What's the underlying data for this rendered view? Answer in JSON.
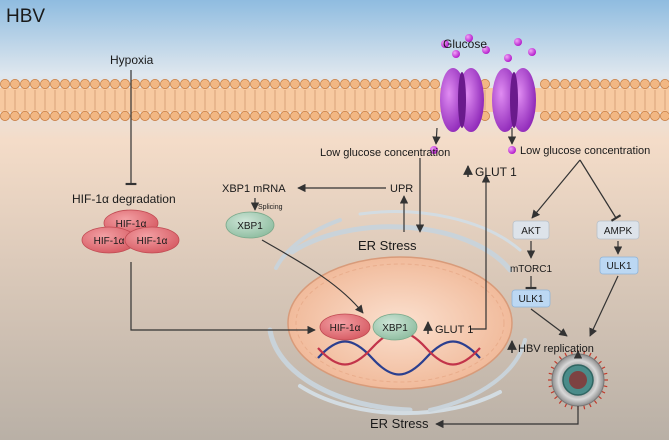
{
  "title": "HBV",
  "labels": {
    "hypoxia": "Hypoxia",
    "glucose": "Glucose",
    "low_glucose_left": "Low glucose concentration",
    "low_glucose_right": "Low glucose concentration",
    "glut1_top": "GLUT 1",
    "upr": "UPR",
    "xbp1_mrna": "XBP1 mRNA",
    "splicing": "Splicing",
    "xbp1": "XBP1",
    "hif_degradation": "HIF-1α degradation",
    "hif_a": "HIF-1α",
    "hif_b": "HIF-1α",
    "hif_c": "HIF-1α",
    "er_stress_mid": "ER Stress",
    "er_stress_bottom": "ER Stress",
    "akt": "AKT",
    "ampk": "AMPK",
    "mtorc1": "mTORC1",
    "ulk1_left": "ULK1",
    "ulk1_right": "ULK1",
    "hbv_replication": "HBV replication",
    "nucleus_hif": "HIF-1α",
    "nucleus_xbp1": "XBP1",
    "nucleus_glut1": "GLUT 1"
  },
  "colors": {
    "membrane_head": "#f2b783",
    "membrane_outline": "#c57a3f",
    "transporter": "#a23cc9",
    "glucose": "#c02ad6",
    "hif": "#e06b71",
    "xbp1": "#9fc9b0",
    "ulk1": "#bcd8f3",
    "nucleus": "#f6c7ad",
    "arrow": "#333333"
  }
}
